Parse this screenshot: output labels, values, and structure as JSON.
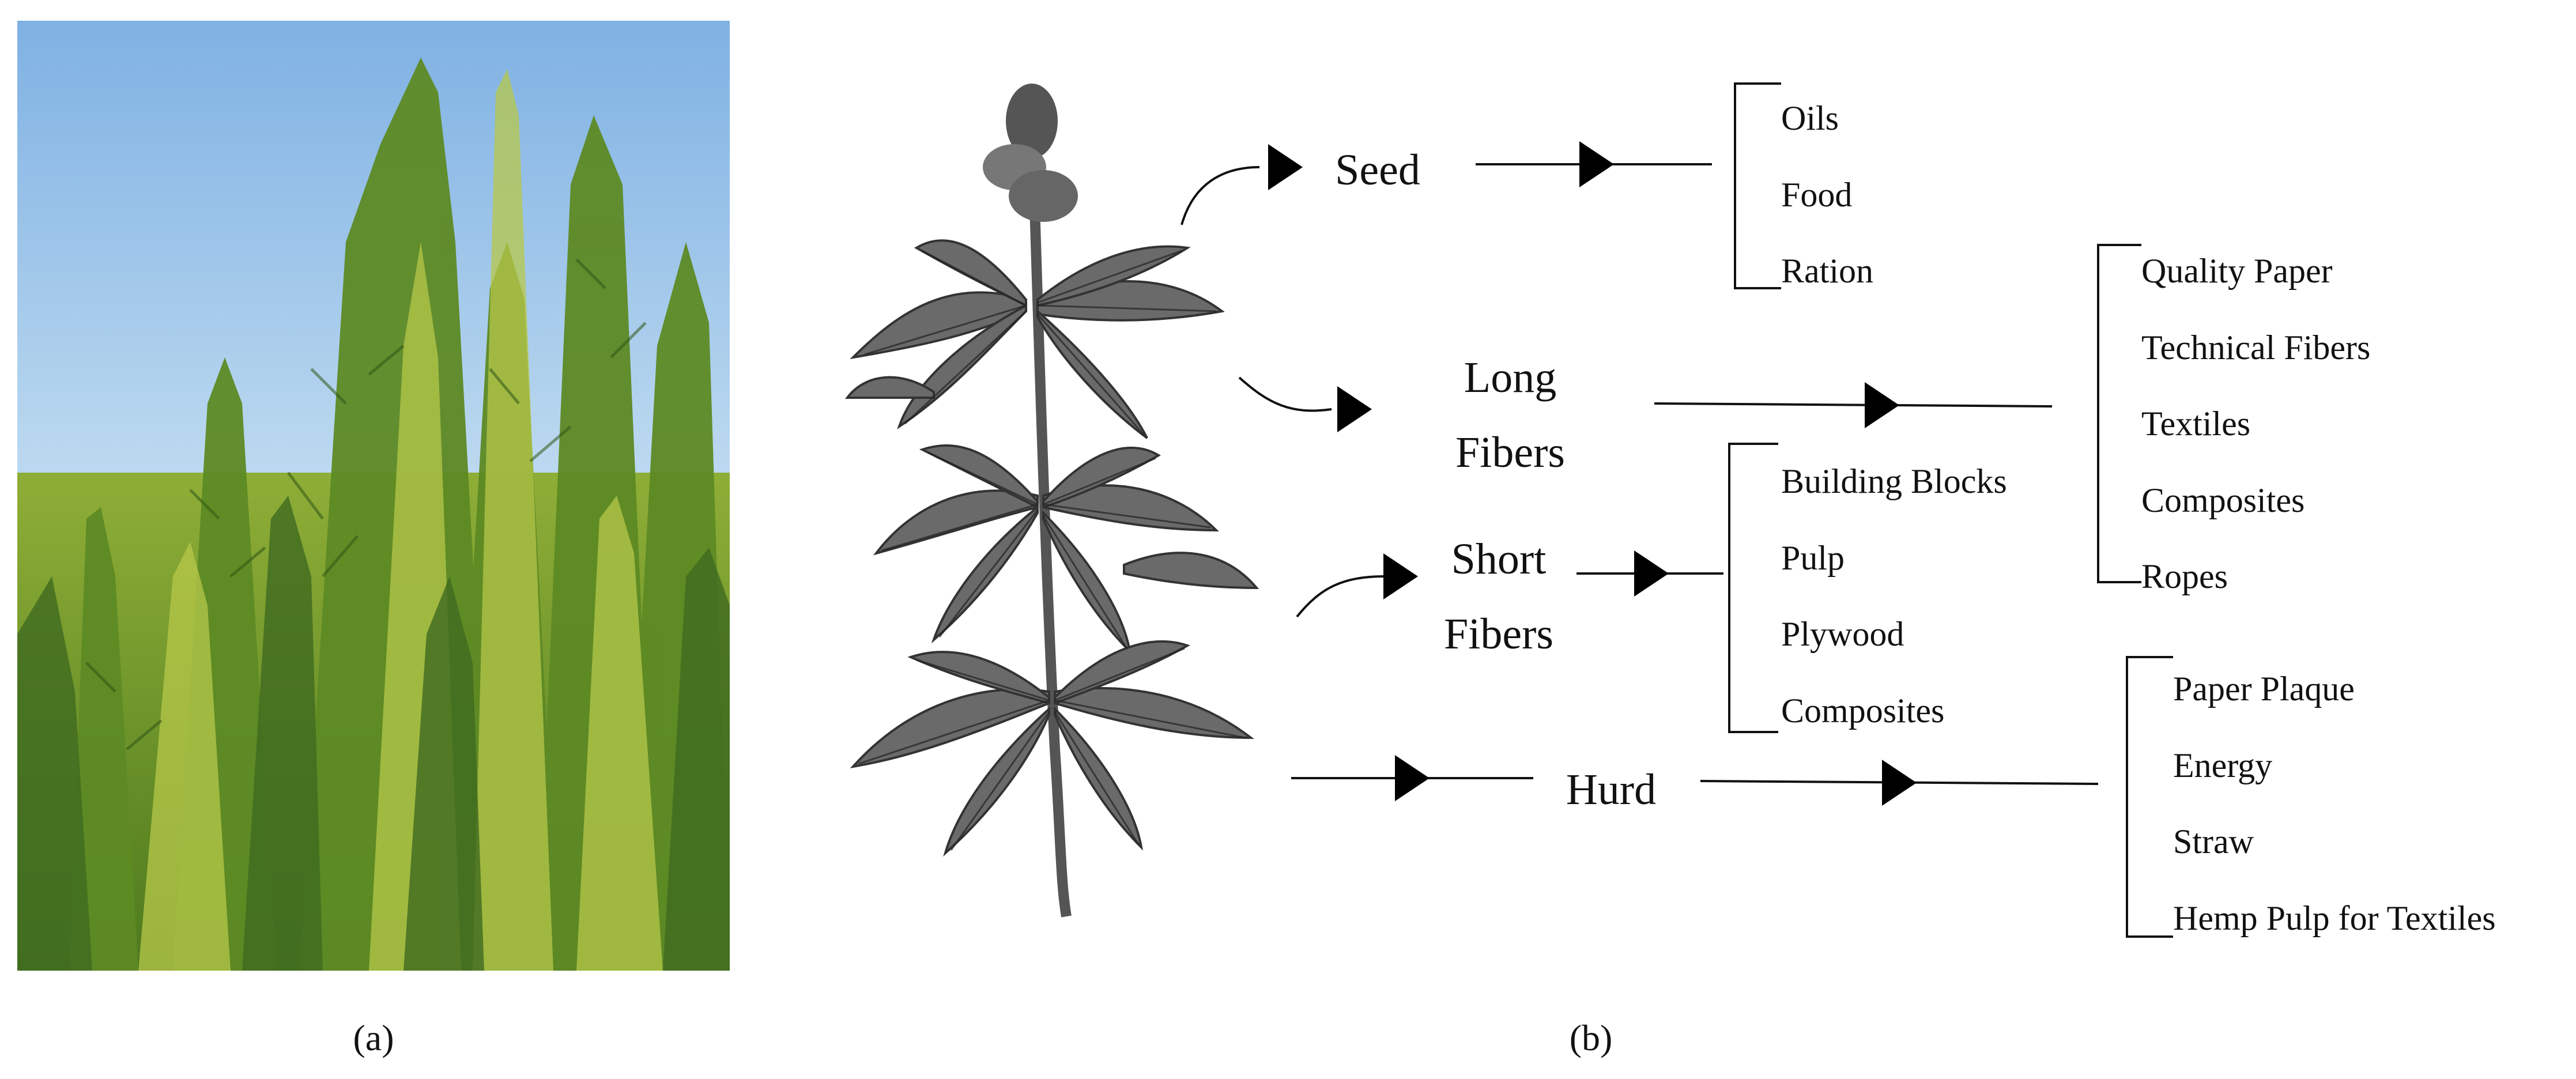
{
  "panels": {
    "a_label": "(a)",
    "b_label": "(b)"
  },
  "photo": {
    "icon": "hemp-field-photo",
    "colors": {
      "sky_top": "#7fb1e3",
      "sky_bottom": "#b9d7ef",
      "foliage_dark": "#3f6a1f",
      "foliage_mid": "#6f9a2a",
      "foliage_light": "#b7c84a"
    }
  },
  "plant_sketch": {
    "icon": "hemp-plant-sketch-icon"
  },
  "diagram": {
    "seed": {
      "label": "Seed",
      "items": [
        "Oils",
        "Food",
        "Ration"
      ]
    },
    "long_fibers": {
      "label_line1": "Long",
      "label_line2": "Fibers",
      "items": [
        "Quality Paper",
        "Technical Fibers",
        "Textiles",
        "Composites",
        "Ropes"
      ]
    },
    "short_fibers": {
      "label_line1": "Short",
      "label_line2": "Fibers",
      "items": [
        "Building Blocks",
        "Pulp",
        "Plywood",
        "Composites"
      ]
    },
    "hurd": {
      "label": "Hurd",
      "items": [
        "Paper Plaque",
        "Energy",
        "Straw",
        "Hemp Pulp for Textiles"
      ]
    }
  }
}
